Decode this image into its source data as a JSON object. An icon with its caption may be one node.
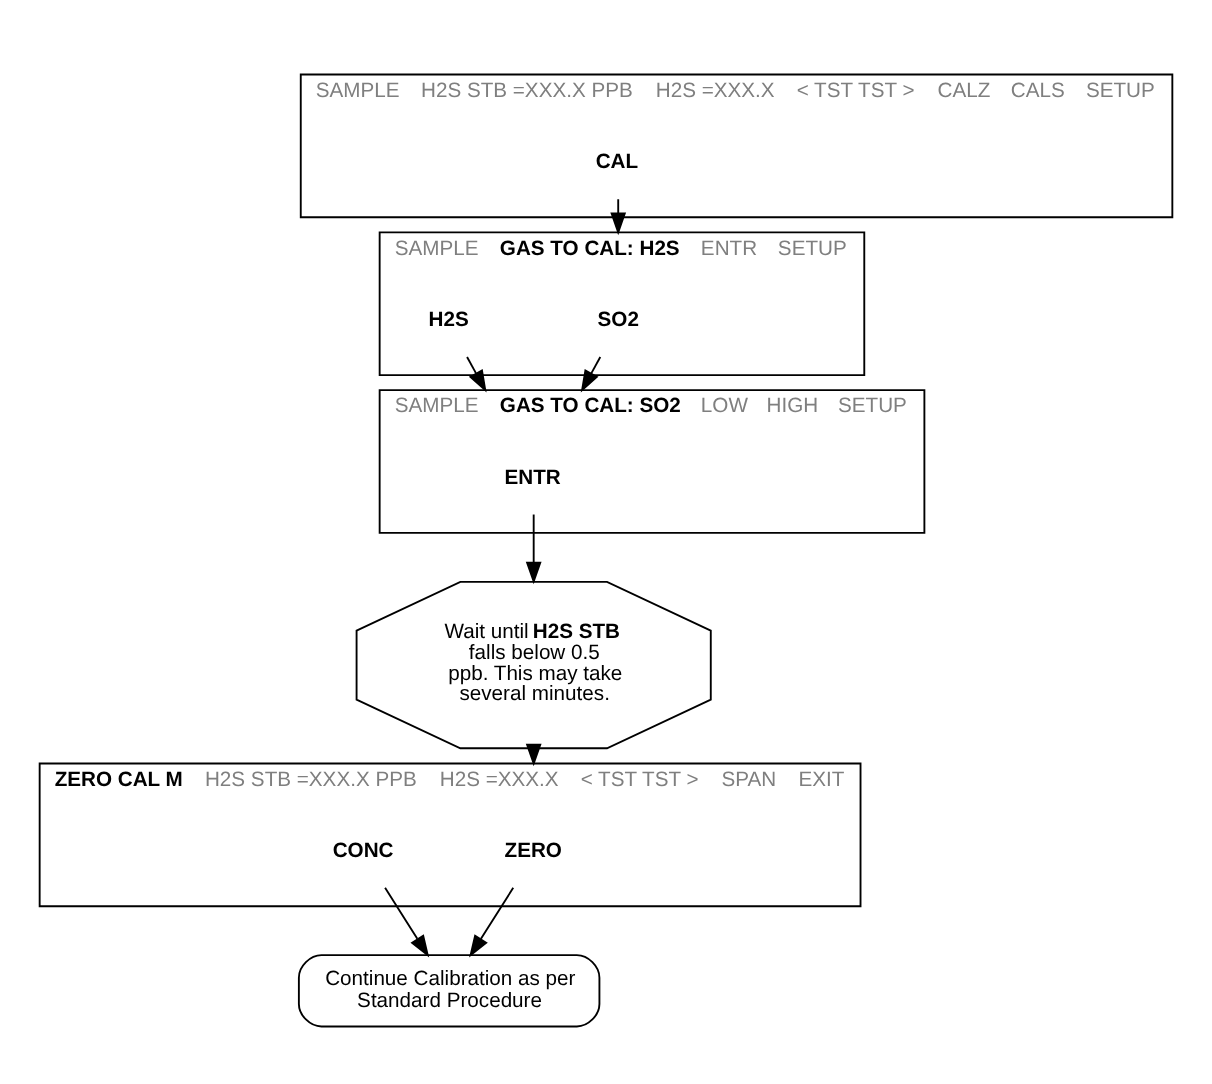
{
  "diagram": {
    "nodes": [
      {
        "text": [
          "SAMPLE",
          "H2S STB =XXX.X PPB",
          "H2S =XXX.X",
          "< TST TST >",
          "CALZ",
          "CALS",
          "SETUP"
        ]
      },
      {
        "text": [
          "**CAL**"
        ],
        "in": 0
      },
      {
        "text": [
          "SAMPLE",
          "**GAS TO CAL: H2S**",
          "ENTR",
          "SETUP"
        ]
      },
      {
        "text": [
          "**SO2**"
        ],
        "in": 2
      },
      {
        "text": [
          "**H2S**"
        ],
        "in": 2
      },
      {
        "text": [
          "SAMPLE",
          "**GAS TO CAL: SO2**",
          "LOW",
          "HIGH",
          "SETUP"
        ]
      },
      {
        "text": [
          "**ENTR**"
        ],
        "in": 5
      },
      {
        "text": [
          "Wait until **H2S STB** falls below 0.5 ppb. This may take several minutes."
        ]
      },
      {
        "text": [
          "**ZERO CAL M**",
          "H2S STB =XXX.X PPB",
          "H2S =XXX.X",
          "< TST TST >",
          "SPAN",
          "EXIT"
        ]
      },
      {
        "text": [
          "**ZERO**"
        ],
        "in": 8
      },
      {
        "text": [
          "**CONC**"
        ],
        "in": 8
      },
      {
        "text": [
          "Continue Calibration as per Standard Procedure"
        ]
      }
    ],
    "edges": [
      {
        "from": 1,
        "to": 2,
        "arrow": "to"
      },
      {
        "from": 3,
        "to": 5,
        "arrow": "to"
      },
      {
        "from": 4,
        "to": 5,
        "arrow": "to"
      },
      {
        "from": 6,
        "to": 7,
        "arrow": "to"
      },
      {
        "from": 7,
        "to": 8,
        "arrow": "to"
      },
      {
        "from": 9,
        "to": 11,
        "arrow": "to"
      },
      {
        "from": 10,
        "to": 11,
        "arrow": "to"
      }
    ]
  }
}
